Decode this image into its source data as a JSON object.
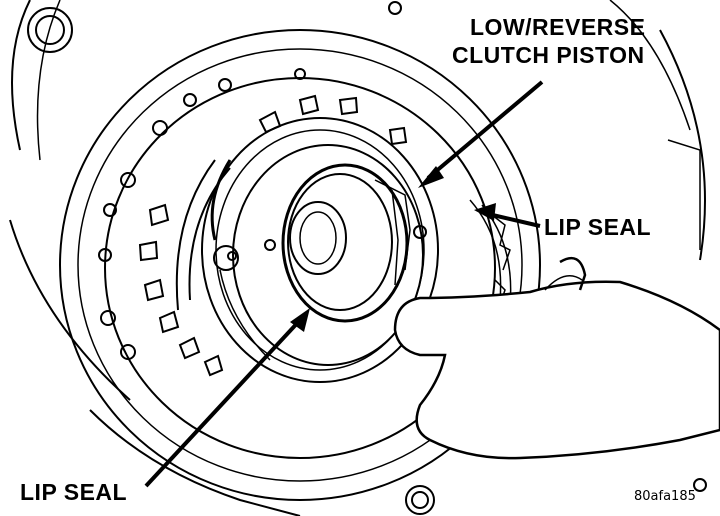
{
  "labels": {
    "piston_line1": "LOW/REVERSE",
    "piston_line2": "CLUTCH PISTON",
    "lip_seal_right": "LIP SEAL",
    "lip_seal_left": "LIP SEAL",
    "figure_code": "80afa185"
  },
  "colors": {
    "ink": "#000000",
    "paper": "#ffffff"
  }
}
